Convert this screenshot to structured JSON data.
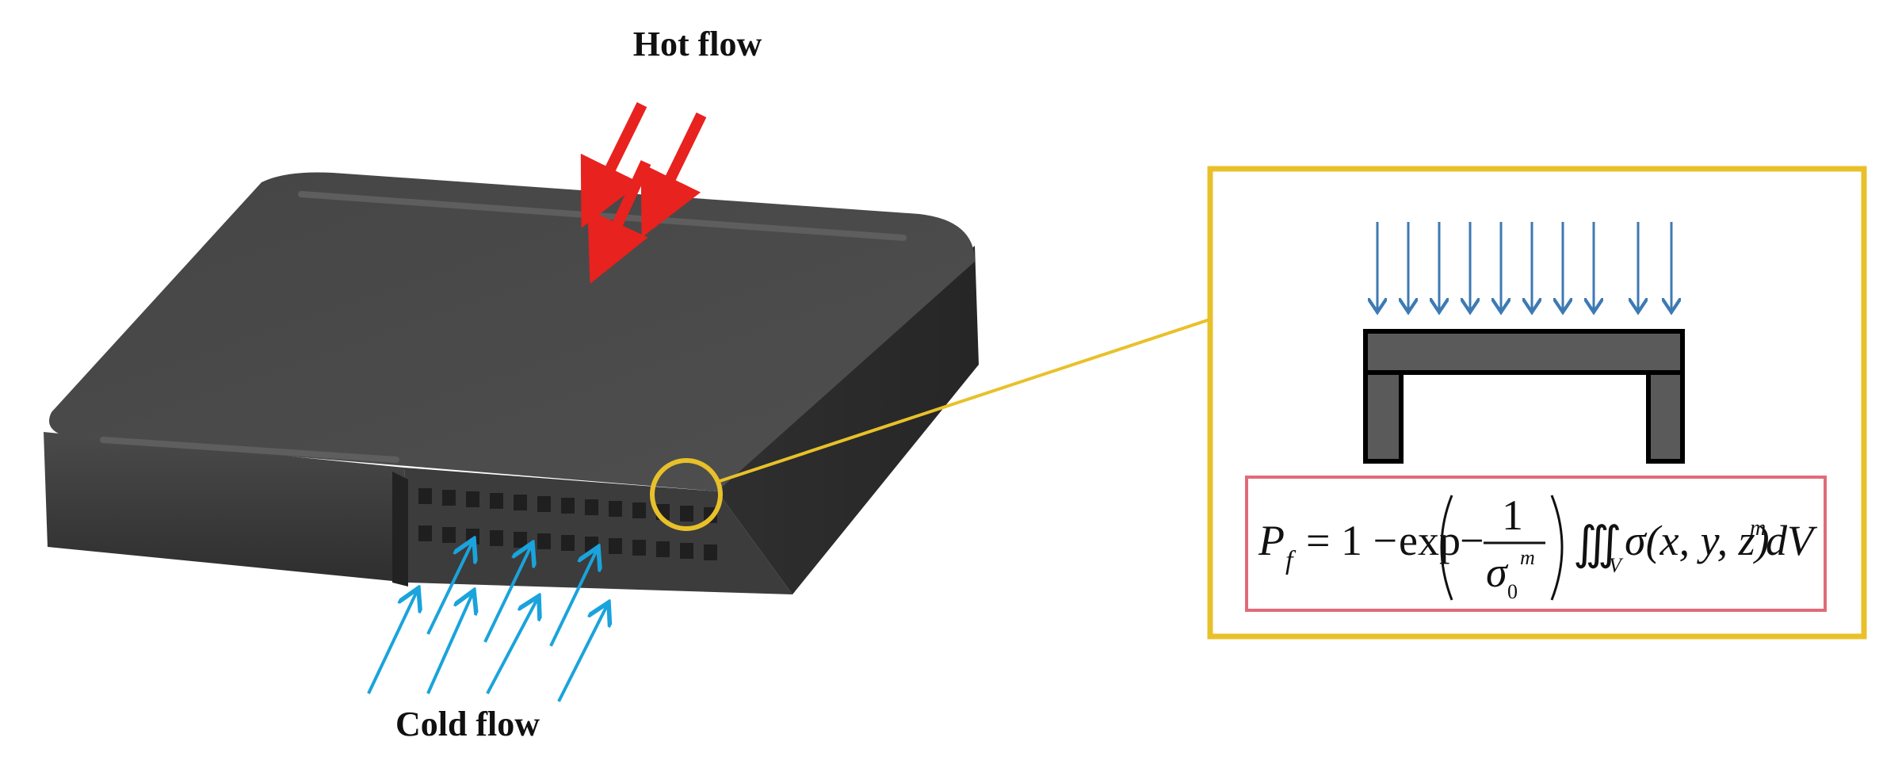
{
  "labels": {
    "hot_flow": "Hot flow",
    "cold_flow": "Cold flow"
  },
  "formula": {
    "lhs_symbol": "P",
    "lhs_subscript": "f",
    "equals_one_minus": "= 1 −",
    "exp": "exp",
    "minus": "−",
    "numerator": "1",
    "denominator_symbol": "σ",
    "denominator_subscript": "0",
    "denominator_superscript": "m",
    "triple_integral": "∭",
    "integral_domain": "V",
    "integrand": "σ(x, y, z)",
    "integrand_power": "m",
    "differential": "dV"
  },
  "colors": {
    "hot_arrow": "#e8221f",
    "cold_arrow": "#1aa3dc",
    "load_arrow": "#3d7ab3",
    "callout_frame": "#e8c12a",
    "formula_frame": "#e06b78",
    "body_top": "#4a4a4a",
    "body_side": "#3a3a3a",
    "beam_fill": "#5a5a5a"
  },
  "icons": {
    "hot_arrows": "red-arrow-icon",
    "cold_arrows": "blue-arrow-icon",
    "load_arrows": "down-arrow-icon",
    "magnifier": "circle-highlight-icon"
  }
}
